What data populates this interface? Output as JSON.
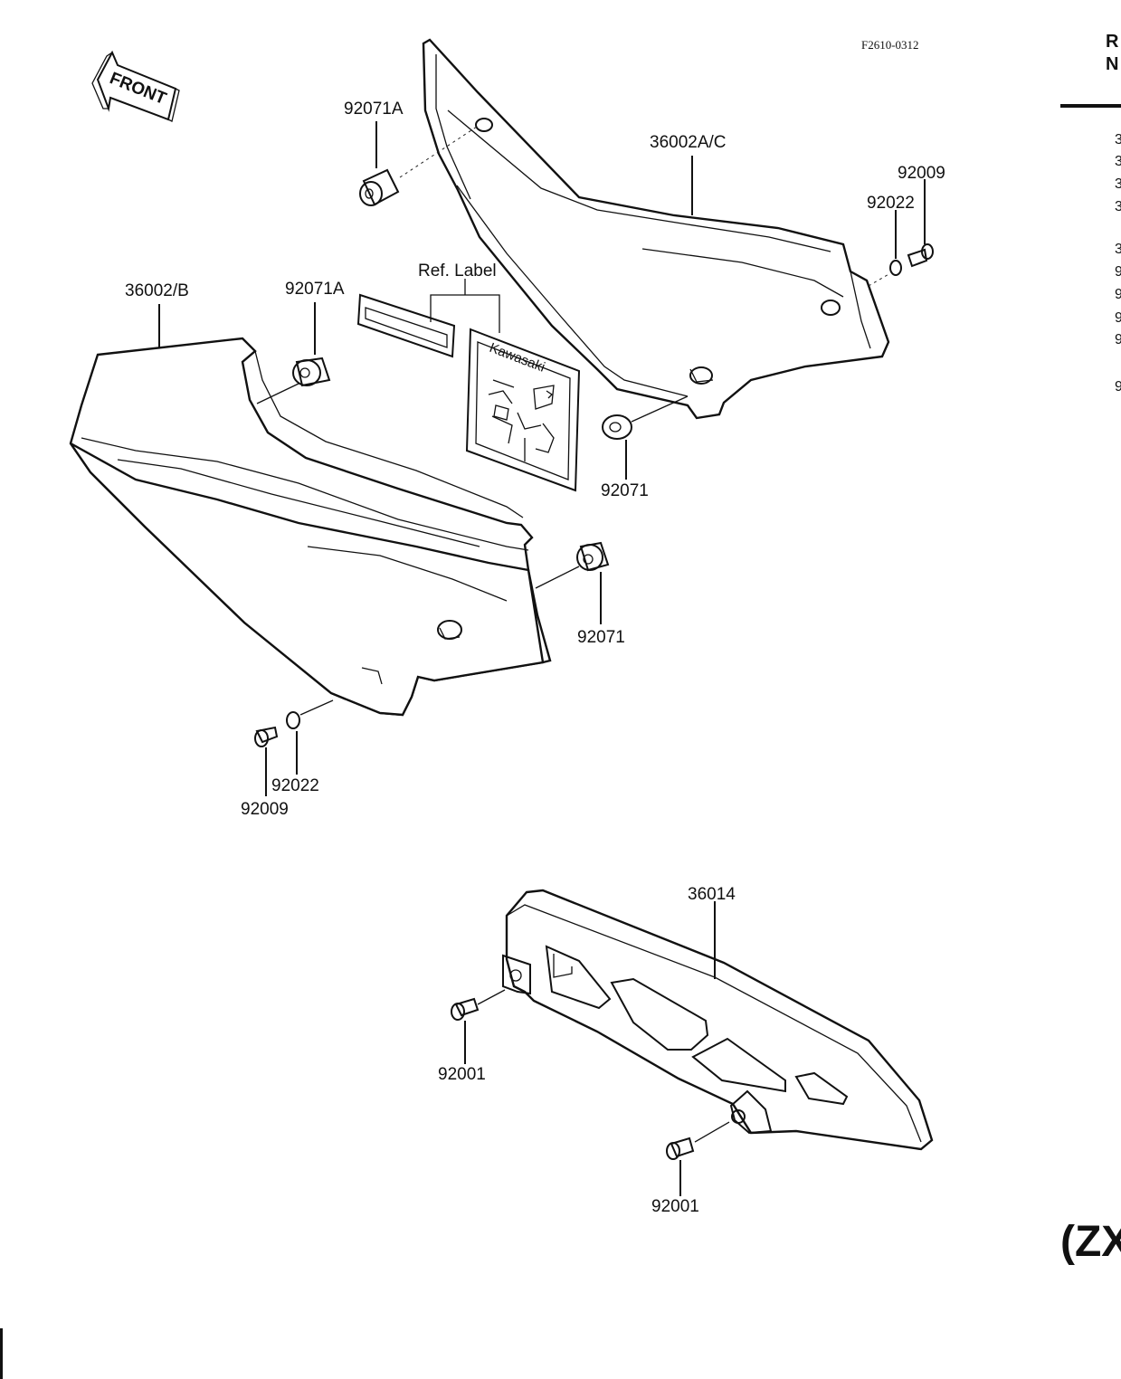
{
  "diagram_code": "F2610-0312",
  "front_label": "FRONT",
  "ref_label": "Ref. Label",
  "brand_text": "Kawasaki",
  "header_chars": [
    "R",
    "N"
  ],
  "right_column_glyphs": [
    "3",
    "3",
    "3",
    "3",
    "3",
    "9",
    "9",
    "9",
    "9",
    "9"
  ],
  "model_tag": "(ZX",
  "parts": {
    "p36002ac": "36002A/C",
    "p92009_top": "92009",
    "p92022_top": "92022",
    "p92071a_top": "92071A",
    "p36002b": "36002/B",
    "p92071a_mid": "92071A",
    "p92071_mid": "92071",
    "p92071_low": "92071",
    "p92022_low": "92022",
    "p92009_low": "92009",
    "p36014": "36014",
    "p92001_left": "92001",
    "p92001_right": "92001"
  }
}
